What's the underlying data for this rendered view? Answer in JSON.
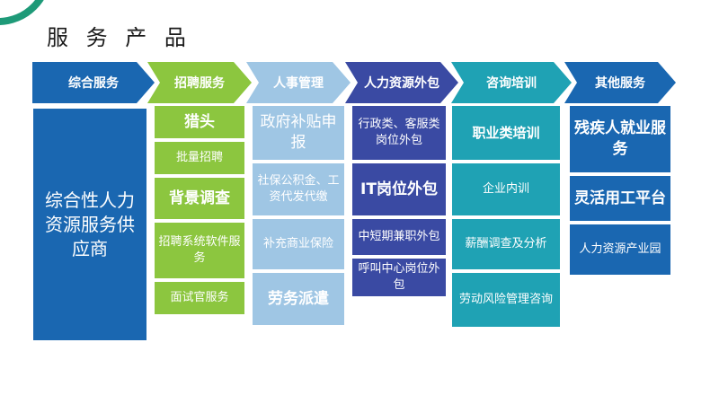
{
  "title": "服 务 产 品",
  "headers": [
    "综合服务",
    "招聘服务",
    "人事管理",
    "人力资源外包",
    "咨询培训",
    "其他服务"
  ],
  "col1": [
    "综合性人力资源服务供应商"
  ],
  "col2": [
    "猎头",
    "批量招聘",
    "背景调查",
    "招聘系统软件服务",
    "面试官服务"
  ],
  "col3": [
    "政府补贴申报",
    "社保公积金、工资代发代缴",
    "补充商业保险",
    "劳务派遣"
  ],
  "col4": [
    "行政类、客服类岗位外包",
    "IT岗位外包",
    "中短期兼职外包",
    "呼叫中心岗位外包"
  ],
  "col5": [
    "职业类培训",
    "企业内训",
    "薪酬调查及分析",
    "劳动风险管理咨询"
  ],
  "col6": [
    "残疾人就业服务",
    "灵活用工平台",
    "人力资源产业园"
  ],
  "colors": {
    "blue": "#1a67b1",
    "green": "#8cc63f",
    "light": "#9fc6e4",
    "navy": "#3a4aa3",
    "teal": "#1fa2b4",
    "accent": "#1e9a78"
  }
}
